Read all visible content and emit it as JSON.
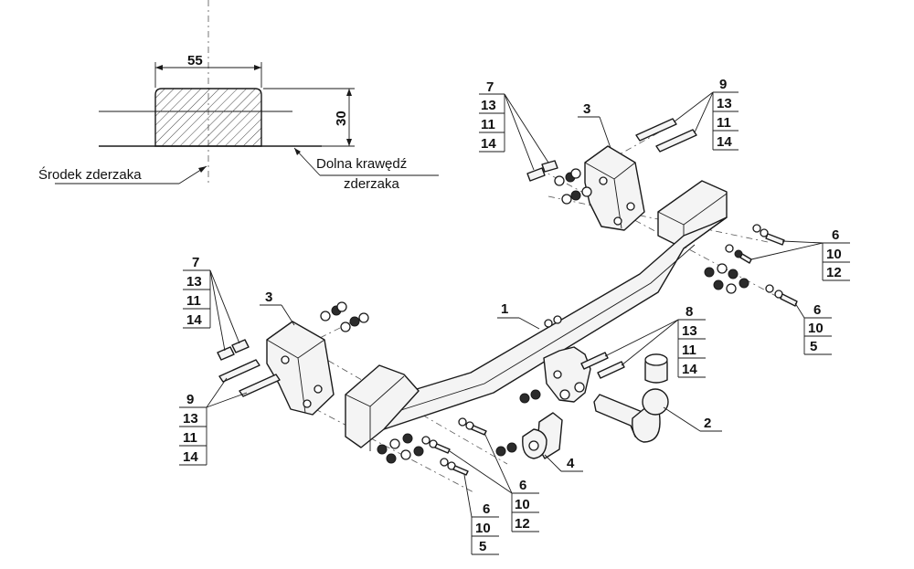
{
  "detail": {
    "dim_width": "55",
    "dim_height": "30",
    "label_center": "Środek zderzaka",
    "label_edge_line1": "Dolna krawędź",
    "label_edge_line2": "zderzaka"
  },
  "parts": {
    "p1": "1",
    "p2": "2",
    "p3_right": "3",
    "p3_left": "3",
    "p4": "4"
  },
  "callouts": {
    "c7_top": [
      "7",
      "13",
      "11",
      "14"
    ],
    "c9_top": [
      "9",
      "13",
      "11",
      "14"
    ],
    "c6_right_a": [
      "6",
      "10",
      "12"
    ],
    "c6_right_b": [
      "6",
      "10",
      "5"
    ],
    "c7_left": [
      "7",
      "13",
      "11",
      "14"
    ],
    "c9_left": [
      "9",
      "13",
      "11",
      "14"
    ],
    "c8": [
      "8",
      "13",
      "11",
      "14"
    ],
    "c6_bottom_a": [
      "6",
      "10",
      "12"
    ],
    "c6_bottom_b": [
      "6",
      "10",
      "5"
    ]
  }
}
